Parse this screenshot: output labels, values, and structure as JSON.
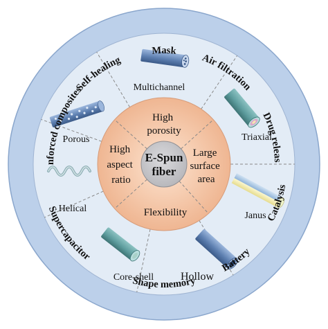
{
  "colors": {
    "outer_ring": "#bcd0ea",
    "middle_ring": "#e3ecf6",
    "inner_disk_edge": "#efb692",
    "inner_disk_center": "#fde4d0",
    "center_disk": "#b8b8bc",
    "fiber_teal": "#5f9e9f",
    "fiber_blue": "#5d7fb0",
    "divider": "#888888"
  },
  "center": {
    "line1": "E-Spun",
    "line2": "fiber"
  },
  "properties": [
    {
      "id": "porosity",
      "lines": [
        "High",
        "porosity"
      ]
    },
    {
      "id": "surface-area",
      "lines": [
        "Large",
        "surface",
        "area"
      ]
    },
    {
      "id": "flexibility",
      "lines": [
        "Flexibility"
      ]
    },
    {
      "id": "aspect-ratio",
      "lines": [
        "High",
        "aspect",
        "ratio"
      ]
    }
  ],
  "structures": [
    {
      "id": "multichannel",
      "label": "Multichannel",
      "icon": "multichannel-fiber-icon"
    },
    {
      "id": "triaxial",
      "label": "Triaxial",
      "icon": "triaxial-fiber-icon"
    },
    {
      "id": "janus",
      "label": "Janus",
      "icon": "janus-fiber-icon"
    },
    {
      "id": "hollow",
      "label": "Hollow",
      "icon": "hollow-fiber-icon"
    },
    {
      "id": "core-shell",
      "label": "Core-shell",
      "icon": "core-shell-fiber-icon"
    },
    {
      "id": "helical",
      "label": "Helical",
      "icon": "helical-fiber-icon"
    },
    {
      "id": "porous",
      "label": "Porous",
      "icon": "porous-fiber-icon"
    }
  ],
  "applications": [
    {
      "id": "mask",
      "label": "Mask"
    },
    {
      "id": "air-filtration",
      "label": "Air filtration"
    },
    {
      "id": "drug-release",
      "label": "Drug release"
    },
    {
      "id": "catalysis",
      "label": "Catalysis"
    },
    {
      "id": "battery",
      "label": "Battery"
    },
    {
      "id": "shape-memory",
      "label": "Shape memory"
    },
    {
      "id": "supercapacitor",
      "label": "Supercapacitor"
    },
    {
      "id": "reinforced-composites",
      "label": "Reinforced composites"
    },
    {
      "id": "self-healing",
      "label": "Self-healing"
    }
  ]
}
